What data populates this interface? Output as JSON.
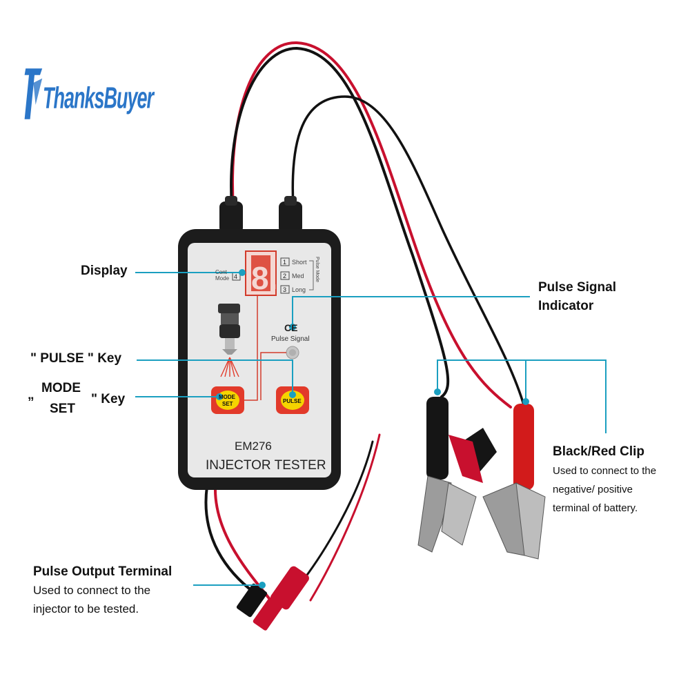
{
  "brand": {
    "name": "ThanksBuyer",
    "color": "#2b76c8"
  },
  "device": {
    "model": "EM276",
    "title": "INJECTOR TESTER",
    "display_digit": "8.",
    "mode_number": "4",
    "mode_label_top": "Cont",
    "mode_label_bottom": "Mode",
    "pulse_modes": [
      {
        "num": "1",
        "label": "Short"
      },
      {
        "num": "2",
        "label": "Med"
      },
      {
        "num": "3",
        "label": "Long"
      }
    ],
    "pulse_mode_label": "Pulse Mode",
    "ce_mark": "CE",
    "pulse_signal_label": "Pulse Signal",
    "mode_key_line1": "MODE",
    "mode_key_line2": "SET",
    "pulse_key": "PULSE"
  },
  "callouts": {
    "display": "Display",
    "pulse_key": "\" PULSE \" Key",
    "mode_set_open": "„",
    "mode_set_line1": "MODE",
    "mode_set_line2": "SET",
    "mode_set_close": "\" Key",
    "pulse_signal_line1": "Pulse Signal",
    "pulse_signal_line2": "Indicator",
    "clip_title": "Black/Red Clip",
    "clip_desc_1": "Used to connect to the",
    "clip_desc_2": "negative/ positive",
    "clip_desc_3": "terminal of battery.",
    "output_title": "Pulse Output Terminal",
    "output_desc_1": "Used to connect to the",
    "output_desc_2": "injector to be tested."
  },
  "colors": {
    "callout_line": "#1a9fc0",
    "accent_red": "#e02020",
    "key_yellow": "#f5d400"
  }
}
